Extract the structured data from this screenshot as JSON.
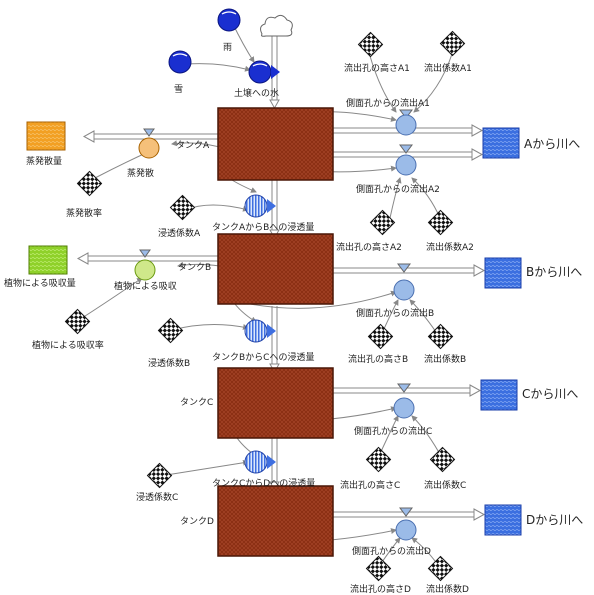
{
  "colors": {
    "tank": "#8a2e12",
    "river": "#3b6fe0",
    "evap_stock": "#f2a023",
    "plant_stock": "#8fd12a",
    "flow_valve": "#9bbbe8",
    "evap_valve": "#f5c07a",
    "plant_valve": "#cfe88a",
    "infiltration_valve": "#5e8ee8",
    "rain": "#1a2fd0",
    "line": "#888888"
  },
  "labels": {
    "rain": "雨",
    "snow": "雪",
    "soil_input": "土壌への水",
    "tank_a": "タンクA",
    "tank_b": "タンクB",
    "tank_c": "タンクC",
    "tank_d": "タンクD",
    "evap_amount": "蒸発散量",
    "evap": "蒸発散",
    "evap_rate": "蒸発散率",
    "plant_amount": "植物による吸収量",
    "plant_absorb": "植物による吸収",
    "plant_rate": "植物による吸収率",
    "infil_coef_a": "浸透係数A",
    "infil_ab": "タンクAからBへの浸透量",
    "infil_coef_b": "浸透係数B",
    "infil_bc": "タンクBからCへの浸透量",
    "infil_coef_c": "浸透係数C",
    "infil_cd": "タンクCからDへの浸透量",
    "hole_h_a1": "流出孔の高さA1",
    "coef_a1": "流出係数A1",
    "side_a1": "側面孔からの流出A1",
    "side_a2": "側面孔からの流出A2",
    "hole_h_a2": "流出孔の高さA2",
    "coef_a2": "流出係数A2",
    "side_b": "側面孔からの流出B",
    "hole_h_b": "流出孔の高さB",
    "coef_b": "流出係数B",
    "side_c": "側面孔からの流出C",
    "hole_h_c": "流出孔の高さC",
    "coef_c": "流出係数C",
    "side_d": "側面孔からの流出D",
    "hole_h_d": "流出孔の高さD",
    "coef_d": "流出係数D",
    "river_a": "Aから川へ",
    "river_b": "Bから川へ",
    "river_c": "Cから川へ",
    "river_d": "Dから川へ"
  }
}
